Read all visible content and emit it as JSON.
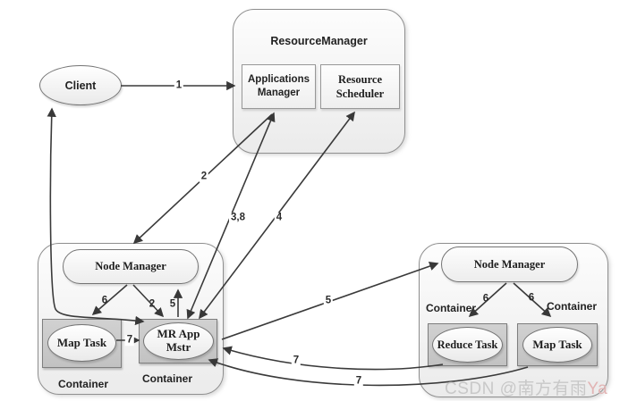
{
  "nodes": {
    "client": "Client",
    "resource_manager_title": "ResourceManager",
    "applications_manager": "Applications Manager",
    "resource_scheduler": "Resource Scheduler",
    "node_manager_left": "Node Manager",
    "map_task_left": "Map Task",
    "mr_app_mstr": "MR App Mstr",
    "container_left_1": "Container",
    "container_left_2": "Container",
    "node_manager_right": "Node Manager",
    "reduce_task": "Reduce Task",
    "map_task_right": "Map Task",
    "container_right_1": "Container",
    "container_right_2": "Container"
  },
  "edge_labels": {
    "step1_client_to_am": "1",
    "step2_rm_to_nm": "2",
    "step2_nm_to_appmstr": "2",
    "step3_8_appmstr_am": "3,8",
    "step4_appmstr_scheduler": "4",
    "step5_appmstr_nm_left": "5",
    "step5_appmstr_nm_right": "5",
    "step6_nm_to_maptask_left": "6",
    "step6_nm_to_reducetask": "6",
    "step6_nm_to_maptask_right": "6",
    "step7_maptask_to_appmstr": "7",
    "step7_reducetask_curve": "7",
    "step7_maptask_curve": "7"
  },
  "watermark": {
    "prefix": "CSDN @南方有雨",
    "suffix": "Ya"
  },
  "colors": {
    "arrow": "#3a3a3a",
    "group_fill_top": "#fdfdfd",
    "group_fill_bottom": "#ebebeb",
    "container_gray": "#c9c9c9",
    "border_gray": "#8f8f8f",
    "watermark_gray": "#c8c8c8",
    "watermark_pink": "#e2b4b4"
  }
}
